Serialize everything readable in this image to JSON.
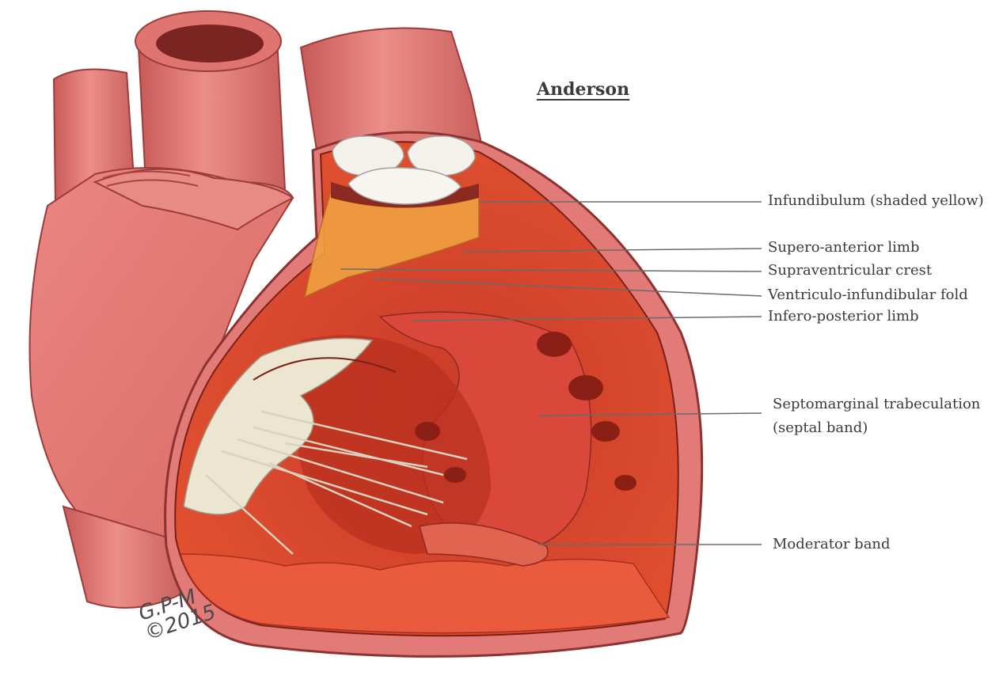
{
  "diagram": {
    "title": "Anderson",
    "signature_line1": "G.P-M",
    "signature_line2": "©2015",
    "labels": {
      "infundibulum": "Infundibulum (shaded yellow)",
      "supero_anterior_limb": "Supero-anterior limb",
      "supraventricular_crest": "Supraventricular crest",
      "ventriculo_infundibular_fold": "Ventriculo-infundibular fold",
      "infero_posterior_limb": "Infero-posterior limb",
      "septomarginal_line1": "Septomarginal trabeculation",
      "septomarginal_line2": "(septal band)",
      "moderator_band": "Moderator band"
    },
    "colors": {
      "heart_outer": "#e27a78",
      "heart_shadow": "#c85a58",
      "cavity": "#d8432e",
      "cavity_dark": "#b0281c",
      "infundibulum_yellow": "#f0a040",
      "valve_white": "#f3f1ea",
      "tricuspid_cream": "#ece6d0",
      "leader_line": "#6a6a6a"
    }
  }
}
